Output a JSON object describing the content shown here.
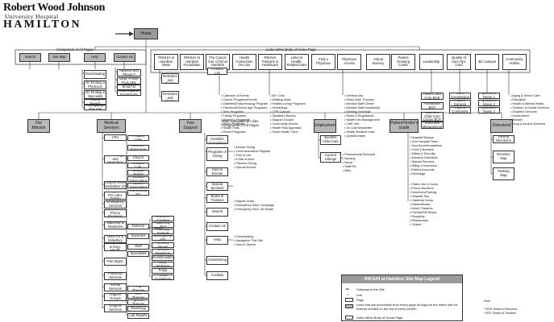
{
  "header": {
    "logo_line1": "Robert Wood Johnson",
    "logo_line2": "University Hospital",
    "logo_line3": "HAMILTON"
  },
  "home": "Home",
  "group_labels": {
    "all_pages": "Component of All Pages",
    "body_links": "Links within Body of Home Page",
    "nav_links": "Main Navigational Links\nComponent of All Pages"
  },
  "all_pages": [
    "Search",
    "Site Map",
    "Help",
    "Contact Us"
  ],
  "help_children": [
    "Downloading",
    "On Finding a Physician",
    "On Finding a Specialist",
    "How to Search",
    "Navigating This Site"
  ],
  "contact_children": [
    "Address and Phone #",
    "Dept. Phone #'s & URL",
    "Email Us",
    "Info Request Email Form"
  ],
  "body_pages": [
    "RWJUH at Hamilton News",
    "RWJUH at Hamilton Foundation",
    "The Cancer Inst. of NJ at Hamilton",
    "Health Connection On-Line",
    "RWJUH Partners in Healthcare",
    "Links to Health-Related Sites",
    "Find a Physician",
    "Physician Access",
    "Virtual Nursery",
    "Patient Greeting Cards",
    "Leadership",
    "Quality of Care Rpt. Card",
    "3D Campus",
    "Community Hotline"
  ],
  "news_children": [
    "Current Releases and Stories",
    "Archived Releases and Stories"
  ],
  "foundation_children": [
    "Product List"
  ],
  "leadership_children": [
    "Health Care Corp BOD",
    "Foundation BOT",
    "Lakeview Child Care Center BOT",
    "Executive Management"
  ],
  "quality_children": [
    "Joint Commission",
    "Patient Surveys",
    "Patient Comments"
  ],
  "campus_children": [
    "Quicktime Movie 1",
    "Quicktime Movie 2",
    "Quicktime Movie 3"
  ],
  "lists": {
    "health_connection": "• Calendar of Events\n• Cancer Programs/Events\n• Diabetes/Endocrinology Program\n• Preschool/School Age Programs\n• Teen Programs\n• Family Programs\n• Women's Programs\n• Men's Programs\n• Health Fairs\n• Senior Programs",
    "partners": "• 50+ Club\n• Walking clubs\n• Healthy Living Programs\n• Screenings\n• CPR Classes\n• Speakers Bureau\n• Support Groups\n• Community Events\n• Health Risk Appraisal\n• Smart Health Card",
    "physician_access": "• General Info\n• Direct Adm. Process\n• Medical Staff Center\n• Medical Staff Leadership\n• Meeting Schedule\n• Rules & Regulations\n• Health Info Management\n• CME Info\n• On-Call Newsletter\n• Health-Related Links\n• Questionnaire",
    "community": "• Aging & Senior Care\n• Education\n• Health & Mental Health\n• Children & Family Services\n• Disabled Services\n• Government\n• Women\n• Drug & Alcohol Services",
    "your_support": "• Annual Giving\n• Commemorative Register\n• Tree of Life\n• A Star is Born\n• Planned Giving\n• Special Events",
    "special_sections": "• Ripped Grant\n• Emergency Dept. Campaign\n• Emergency Dept. 3D Model",
    "help_bottom": "• Downloading\n• Navigation This Site\n• How to Search",
    "current_listings": "• Professional/Technical\n• Nursing\n• Nurse\n• Staff RN\n• Misc.",
    "patient_guide": "• Hospital Mission\n• Your Hospital Team\n• Your Accommodations\n• Food & Nutrition\n• Safety & Security\n• Advance Directives\n• Special Services\n• Billing & Insurance\n• Patient Accounts\n• Discharge",
    "visitor_info": "• Visitor Info & Hours\n• Phone Numbers\n• Directions/Parking\n• Hospital Tour\n• Cafeteria Hours\n• Hotels/Motels\n• Movie Theatres\n• Florists/Gift Shops\n• Shopping\n• Restaurants\n• Chapel"
  },
  "nav_pages": [
    "Our Mission",
    "Medical Services",
    "Your Support",
    "Employment",
    "Patient/Visitor's Guide",
    "Directions"
  ],
  "medical_services_col1": [
    "CPU",
    "Cardiology and Neurology",
    "Comprehensive Disabilities Ctr.",
    "Diagnostic Pre-Adm. Testing",
    "Emergency Services",
    "Health Promo Programs",
    "Maternity & Newborns",
    "OB/GYN & Midwifery",
    "Occupational & Emp. Health",
    "Pain Mgmt.",
    "Physician Services",
    "Rehab Services",
    "Support Groups",
    "Surgical Services"
  ],
  "medical_services_col2": [
    "Product Links",
    "Doctors' Resources",
    "Emerg Church Brkfst",
    "Cardiac Cath.",
    "Cardiac Rehab",
    "Cardiac Diagnostics",
    "Neuro. Diagnostics",
    "Community Ed.",
    "Delivery",
    "Nurseries",
    "Staff",
    "Specialists",
    "Prep. Therapy",
    "Occ. Therapy",
    "Speech Therapy",
    "Radiology",
    "Lab Results"
  ],
  "medical_services_col3": [
    "Childbirth Courses",
    "Maternity Tour",
    "Infertility Support",
    "Breastpump Info",
    "Security Issues",
    "Clinical Rotations",
    "Lactation/Breastfeeding",
    "Baby Wellness",
    "FAQs",
    "Health Guidelines"
  ],
  "medical_small_label": "Links to Health Literature Catalog",
  "support_children": [
    "RWJUH at Hamilton Foundation",
    "Programs of Giving",
    "How to Donate",
    "Special Sections",
    "Board of Trustees",
    "Search",
    "Contact Us",
    "Help",
    "Volunteering",
    "Auxiliary"
  ],
  "employment_children": [
    "Benefits Child Care",
    "Current Listings"
  ],
  "directions_children": [
    "Driving Directions",
    "Direction Map",
    "Parking Map"
  ],
  "legend": {
    "title": "RWJUH at Hamilton Site Map Legend",
    "items": [
      "Gateway to the Site",
      "Link",
      "Page",
      "Links that are accessible from every page throughout the entire site via buttons located on the top of every screen",
      "Links within Body of Home Page"
    ]
  },
  "notes": "Note:\n\n* BOD: Board of Directors\n* BOT: Board of Trustees"
}
